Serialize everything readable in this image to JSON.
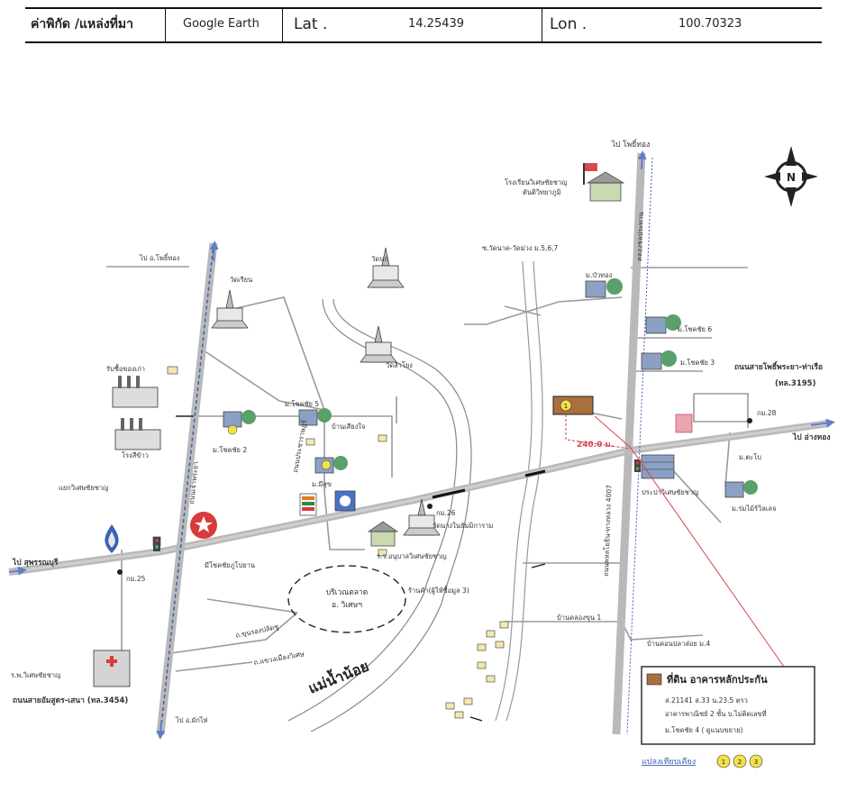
{
  "header": {
    "source_label": "ค่าพิกัด /แหล่งที่มา",
    "source_value": "Google Earth",
    "lat_label": "Lat .",
    "lat_value": "14.25439",
    "lon_label": "Lon .",
    "lon_value": "100.70323"
  },
  "map": {
    "north_letter": "N",
    "places": {
      "to_phothong_top": "ไป โพธิ์ทอง",
      "school_top": "โรงเรียนวิเศษชัยชาญ",
      "school_top2": "ตันติวิทยาภูมิ",
      "wat_kha": "ซ.วัดนาค-วัดม่วง ม.5,6,7",
      "village_bua": "ม.บัวทอง",
      "chokchai6": "ม.โชคชัย 6",
      "chokchai3": "ม.โชคชัย 3",
      "road_right": "ถนนสายโพธิ์พระยา-ท่าเรือ",
      "road_right_code": "(ทล.3195)",
      "km28": "กม.28",
      "to_angthong": "ไป อ่างทอง",
      "m_tabi": "ม.ตะโบ",
      "m_rommai": "ม.ร่มไม้ร์วิลเลจ",
      "pracharat": "ประปาวิเศษชัยชาญ",
      "dist": "240.0 ม.",
      "to_phothong_left": "ไป อ.โพธิ์ทอง",
      "wat_rian": "วัดเรียน",
      "rice_mill": "รับซื้อของเก่า",
      "rice_factory": "โรงสีข้าว",
      "wat_nok": "วัดนก",
      "wat_lamyong": "วัดลำโยง",
      "chokchai5": "ม.โชคชัย 5",
      "ban_sang": "บ้านเสียงใจ",
      "chokchai2": "ม.โชคชัย 2",
      "mi_suk": "ม.มีสุข",
      "wisetchaichan_junction": "แยกวิเศษชัยชาญ",
      "to_suphan": "ไป สุพรรณบุรี",
      "km25": "กม.25",
      "km26": "กม.26",
      "market": "บริเวณตลาด",
      "market2": "อ. วิเศษฯ",
      "mi_chokchai": "มีโชคชัยภูโปยาน",
      "wat_klang": "วัดนางในธัมมิการาม",
      "school_anuban": "ร.ร.อนุบาลวิเศษชัยชาญ",
      "shop_3": "ร้านค้า(ผู้ให้ซื้อมูล 3)",
      "ban_khlong": "บ้านคลองขุน 1",
      "ban_khon": "บ้านคอนปลาส่อย ม.4",
      "river": "แม่น้ำน้อย",
      "hospital": "ร.พ.วิเศษชัยชาญ",
      "road_bottom": "ถนนสายอัมสูตร-เสนา (ทล.3454)",
      "to_phakhai": "ไป อ.ผักไห่",
      "road_chun": "ถ.ขุนรองปลัดชู",
      "road_wised": "ถ.แขวงเมืองวิเศษ",
      "road_phahon": "ถนนพหลโยธิน-ทางหลวง 4007",
      "canal_top": "คลองชลประทาน",
      "road_pracha": "ถนนประชาราษฎร์",
      "road_chao": "ถนนเจ้าพระยา"
    },
    "legend": {
      "title": "ที่ดิน อาคารหลักประกัน",
      "line1": "ส.21141 ส.33 น.23.5 ตรว",
      "line2": "อาคารพาณิชย์ 2 ชั้น บ.ไม่ติดเลขที่",
      "line3": "ม.โชคชัย 4 ( ดูแนบขยาย)",
      "footer": "แปลงเทียบเคียง",
      "markers": [
        "1",
        "2",
        "3"
      ],
      "swatch_color": "#a9703f"
    },
    "property_marker": "1"
  }
}
